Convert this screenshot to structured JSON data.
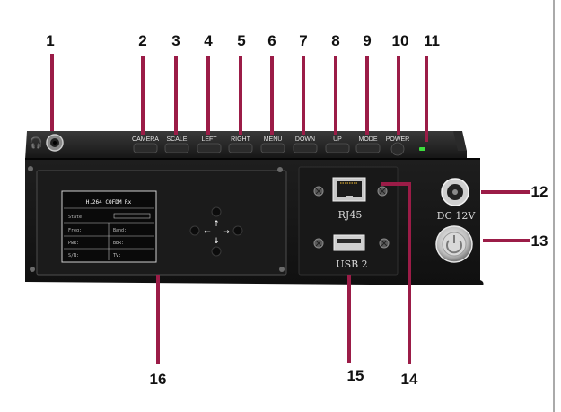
{
  "callouts": [
    "1",
    "2",
    "3",
    "4",
    "5",
    "6",
    "7",
    "8",
    "9",
    "10",
    "11",
    "12",
    "13",
    "14",
    "15",
    "16"
  ],
  "buttons": {
    "camera": "CAMERA",
    "scale": "SCALE",
    "left": "LEFT",
    "right": "RIGHT",
    "menu": "MENU",
    "down": "DOWN",
    "up": "UP",
    "mode": "MODE",
    "power": "POWER"
  },
  "ports": {
    "rj45": "RJ45",
    "usb": "USB 2",
    "dc": "DC 12V"
  },
  "screen": {
    "title": "H.264 COFDM Rx",
    "state": "State:",
    "freq": "Freq:",
    "band": "Band:",
    "pwr": "PwR:",
    "ber": "BER:",
    "sn": "S/N:",
    "tv": "TV:"
  },
  "colors": {
    "panel": "#161616",
    "leader": "#9b1c47",
    "label": "#111111",
    "led": "#3ddc3d"
  }
}
